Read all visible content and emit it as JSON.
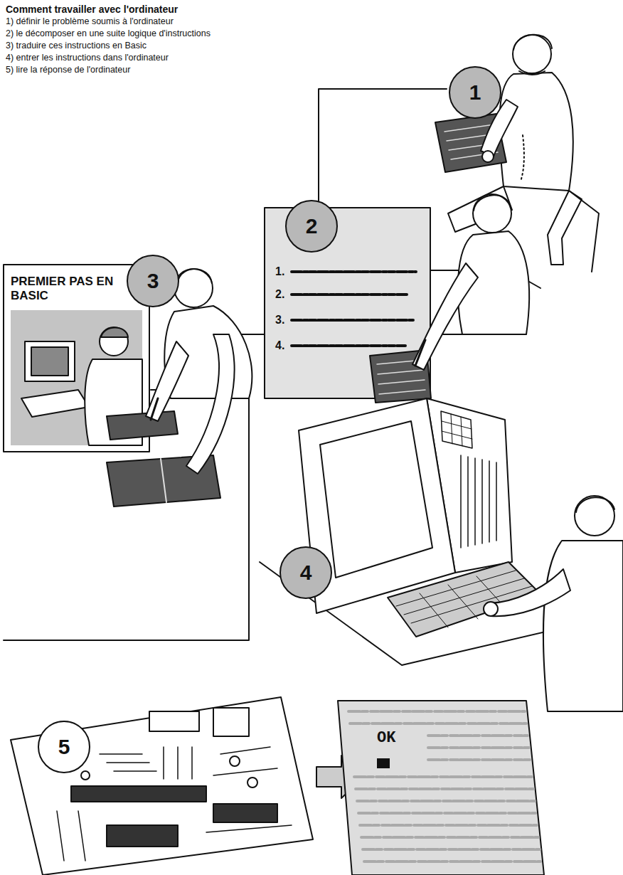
{
  "diagram": {
    "title": "Comment travailler avec l'ordinateur",
    "nodes": [
      {
        "text": [
          "1"
        ]
      },
      {
        "text": [
          "2"
        ]
      },
      {
        "text": [
          "1.",
          "2.",
          "3.",
          "4."
        ]
      },
      {
        "text": [
          "PREMIER PAS EN BASIC"
        ]
      },
      {
        "text": [
          "3"
        ]
      },
      {
        "text": [
          "4"
        ]
      },
      {
        "text": [
          "5"
        ]
      },
      {
        "text": [
          "OK"
        ]
      }
    ],
    "labels": [
      "1) définir le problème soumis à l'ordinateur",
      "2) le décomposer en une suite logique d'instructions",
      "3) traduire ces instructions en Basic",
      "4) entrer les instructions dans l'ordinateur",
      "5) lire la réponse de l'ordinateur"
    ]
  }
}
